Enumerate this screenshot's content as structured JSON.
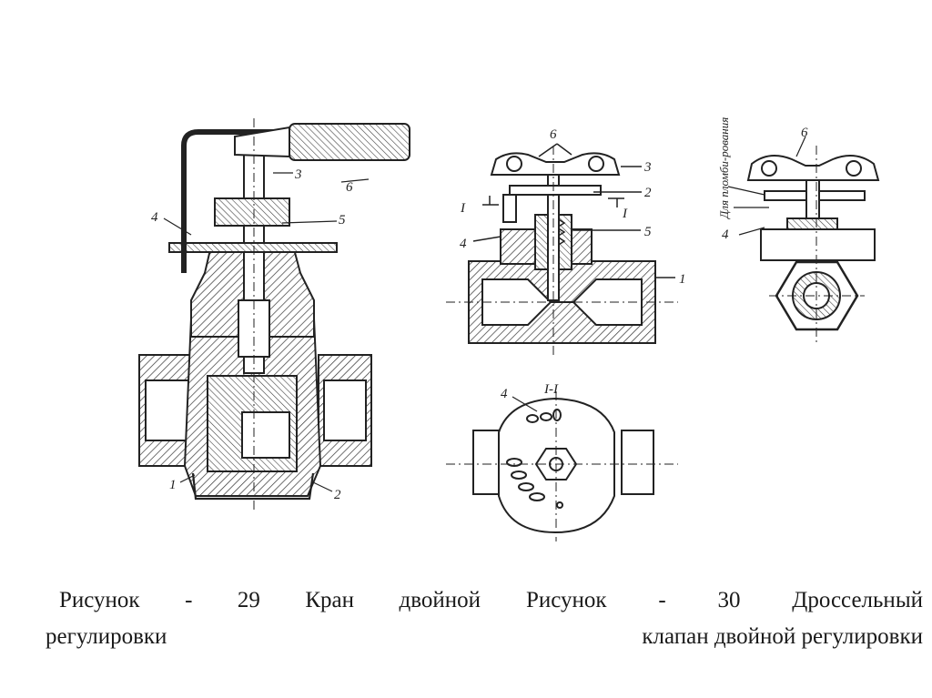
{
  "figure29": {
    "callouts": [
      "1",
      "2",
      "3",
      "4",
      "5",
      "6"
    ],
    "caption_line1": "Рисунок - 29 Кран двойной",
    "caption_line2": "регулировки"
  },
  "figure30": {
    "callouts": [
      "1",
      "2",
      "3",
      "4",
      "5",
      "6"
    ],
    "section_marks": [
      "I",
      "I"
    ],
    "section_title": "I-I",
    "side_view_note": "Для пломби-рования",
    "side_view_labels": [
      "6",
      "4"
    ],
    "plan_view_labels": [
      "4"
    ],
    "caption_line1": "Рисунок - 30 Дроссельный",
    "caption_line2": "клапан двойной регулировки"
  }
}
